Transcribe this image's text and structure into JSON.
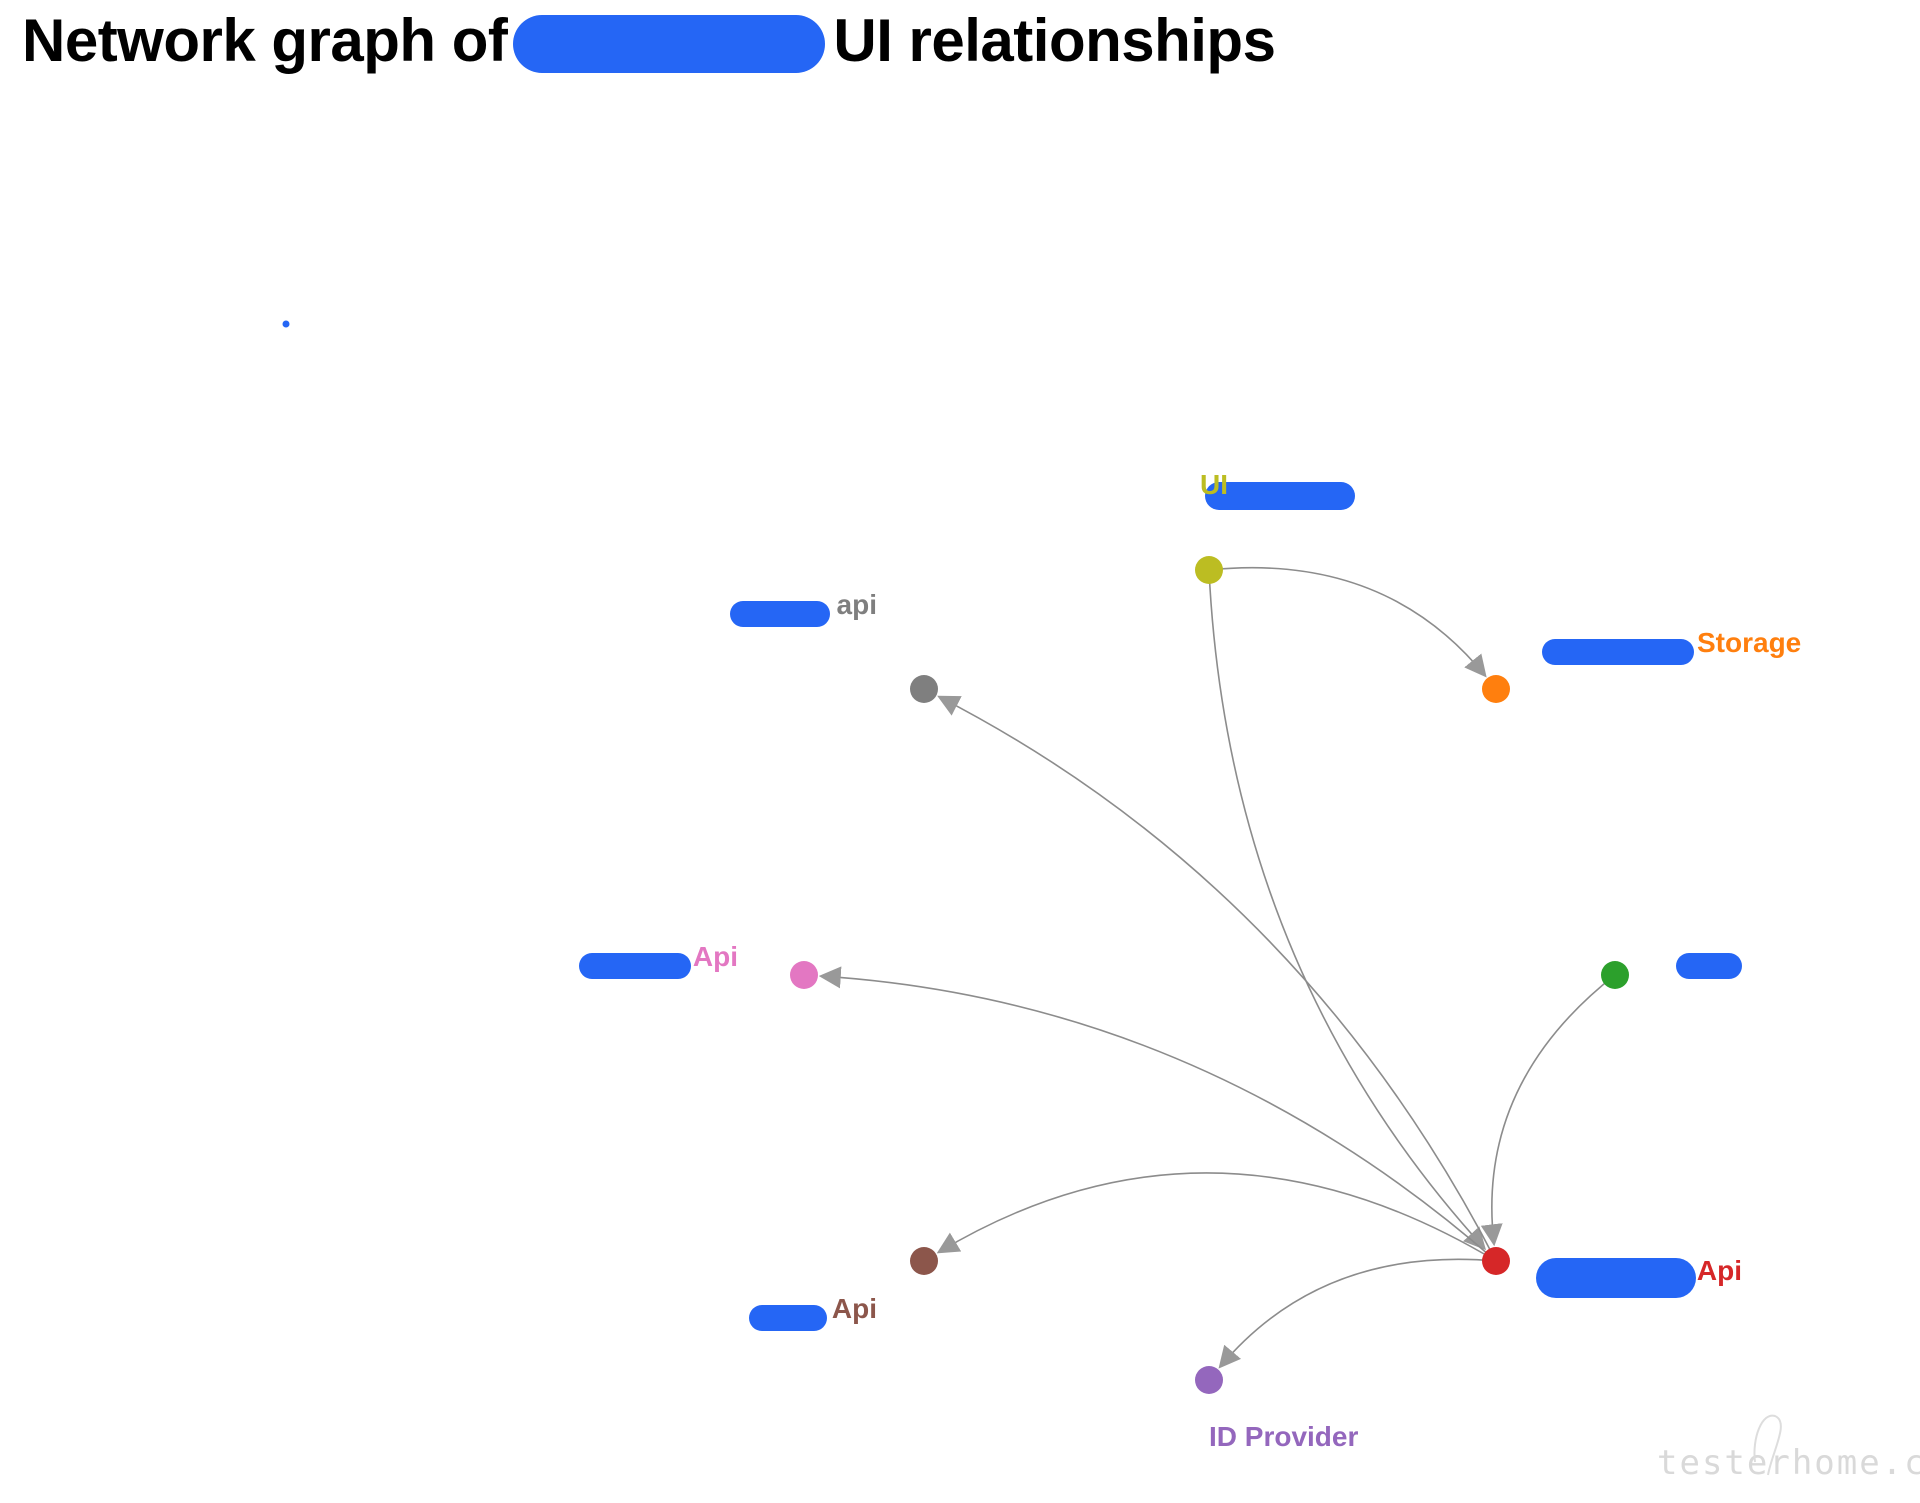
{
  "page": {
    "title_before": "Network graph of",
    "title_after": "UI relationships",
    "redaction_color": "#2566f5"
  },
  "graph": {
    "edge_color": "#8c8c8c",
    "arrow_color": "#999999",
    "nodes": [
      {
        "id": "ui",
        "label": "UI",
        "color": "#bcbd22",
        "label_redacted": true
      },
      {
        "id": "api_g",
        "label": "api",
        "color": "#7f7f7f",
        "label_redacted": true
      },
      {
        "id": "storage",
        "label": "Storage",
        "color": "#ff7f0e",
        "label_redacted": true
      },
      {
        "id": "api_p",
        "label": "Api",
        "color": "#e377c2",
        "label_redacted": true
      },
      {
        "id": "green",
        "label": "",
        "color": "#2ca02c",
        "label_redacted": true
      },
      {
        "id": "api_b",
        "label": "Api",
        "color": "#8c564b",
        "label_redacted": true
      },
      {
        "id": "api_r",
        "label": "Api",
        "color": "#d62728",
        "label_redacted": true
      },
      {
        "id": "idp",
        "label": "ID Provider",
        "color": "#9467bd",
        "label_redacted": false
      }
    ],
    "edges": [
      {
        "source": "ui",
        "target": "storage"
      },
      {
        "source": "ui",
        "target": "api_r"
      },
      {
        "source": "api_r",
        "target": "api_g"
      },
      {
        "source": "api_r",
        "target": "api_p"
      },
      {
        "source": "api_r",
        "target": "api_b"
      },
      {
        "source": "api_r",
        "target": "idp"
      },
      {
        "source": "green",
        "target": "api_r"
      }
    ],
    "watermark": "testerhome.com"
  }
}
